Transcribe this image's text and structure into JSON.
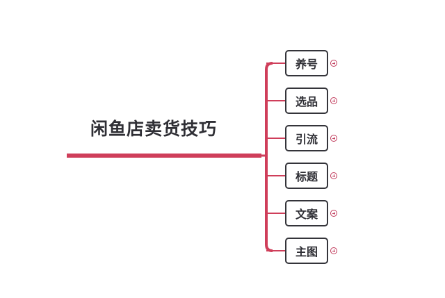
{
  "mindmap": {
    "root": "闲鱼店卖货技巧",
    "branches": [
      {
        "label": "养号"
      },
      {
        "label": "选品"
      },
      {
        "label": "引流"
      },
      {
        "label": "标题"
      },
      {
        "label": "文案"
      },
      {
        "label": "主图"
      }
    ]
  },
  "colors": {
    "connector": "#cf3e5a",
    "node_border": "#34343a",
    "text": "#2f2f35",
    "toggle": "#c0395a"
  },
  "icons": {
    "expand_toggle": "plus-circle-icon"
  }
}
